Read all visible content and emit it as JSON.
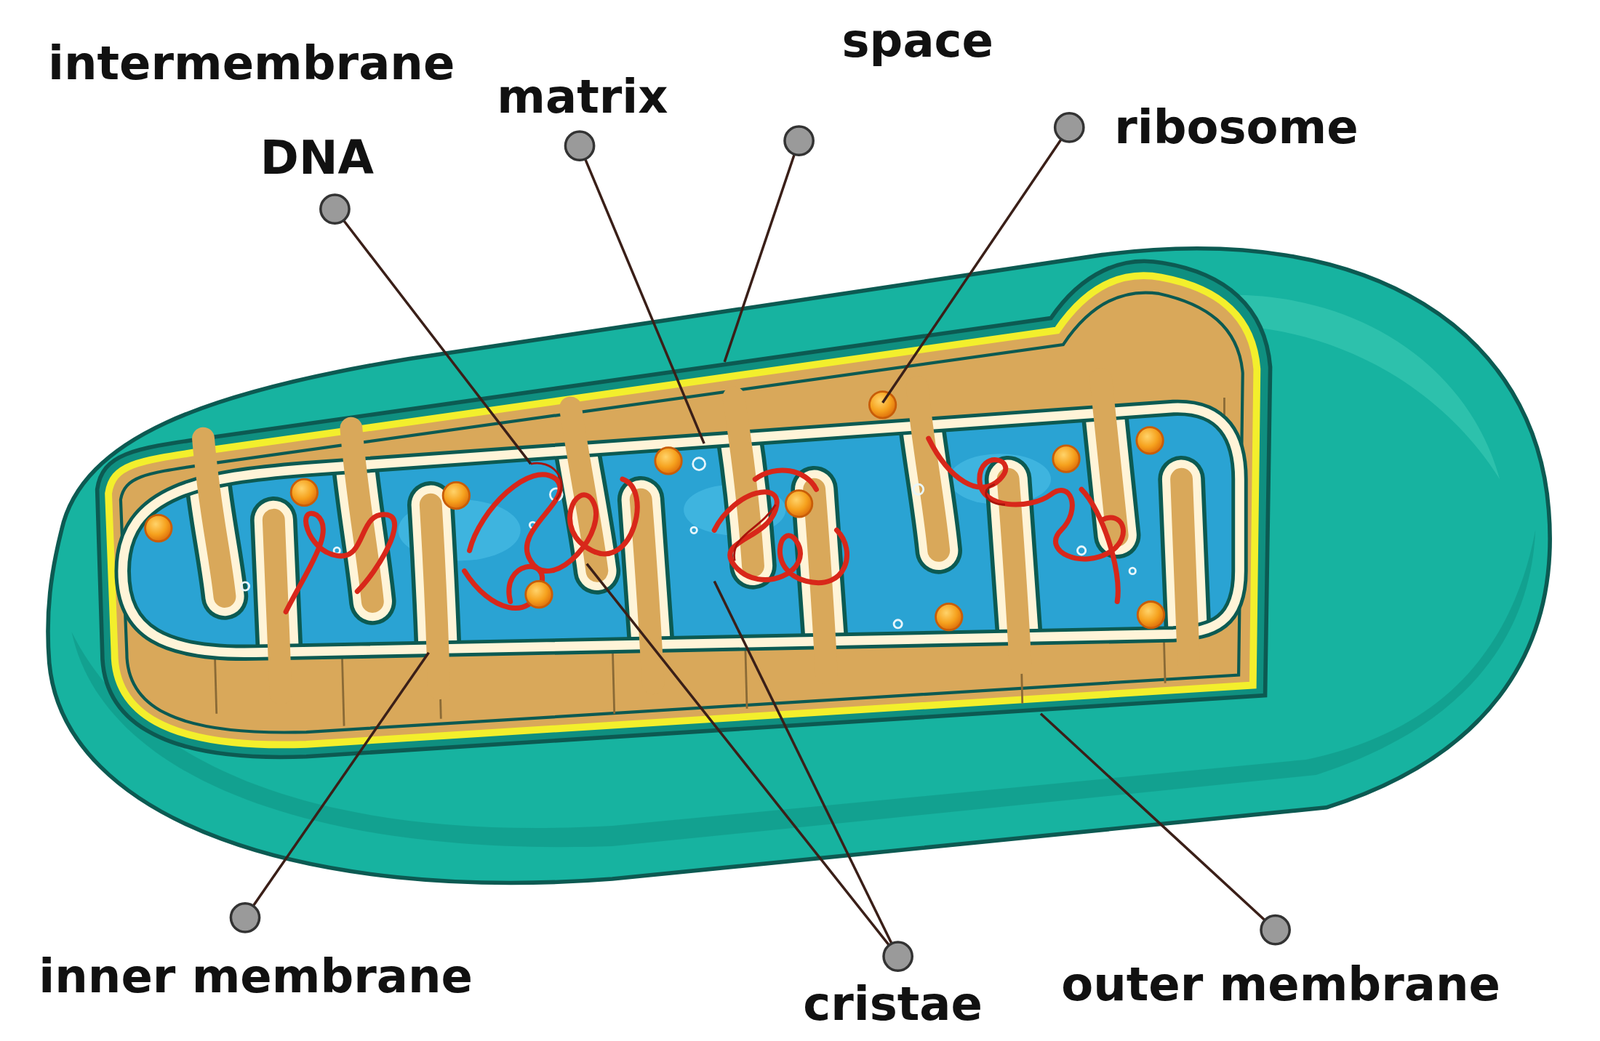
{
  "diagram": {
    "labels": [
      "intermembrane",
      "space",
      "matrix",
      "DNA",
      "ribosome",
      "inner membrane",
      "cristae",
      "outer membrane"
    ]
  }
}
